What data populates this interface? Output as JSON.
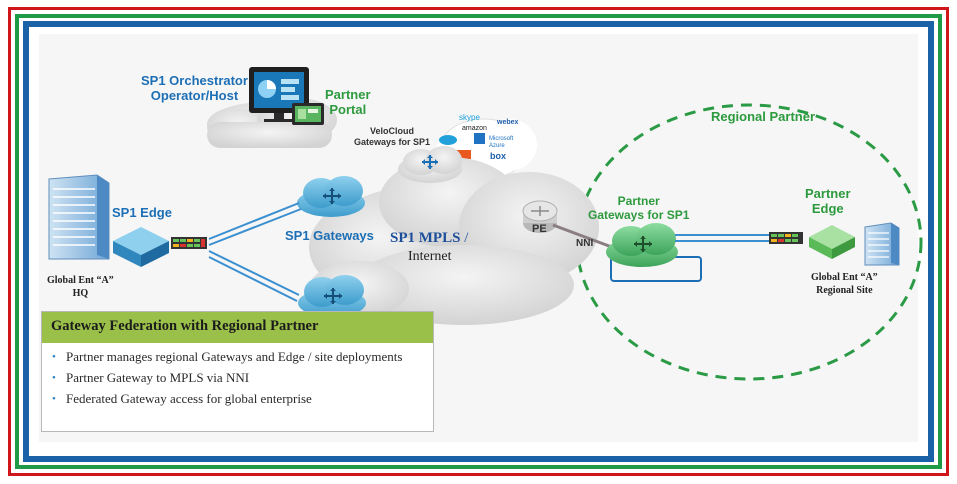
{
  "labels": {
    "orchestrator_line1": "SP1 Orchestrator",
    "orchestrator_line2": "Operator/Host",
    "partner_portal_line1": "Partner",
    "partner_portal_line2": "Portal",
    "velocloud_line1": "VeloCloud",
    "velocloud_line2": "Gateways for SP1",
    "regional_partner": "Regional Partner",
    "sp1_edge": "SP1 Edge",
    "sp1_gateways": "SP1 Gateways",
    "sp1_mpls": "SP1 MPLS",
    "sp1_mpls_slash": " /",
    "internet": "Internet",
    "pe": "PE",
    "nni": "NNI",
    "partner_gw_line1": "Partner",
    "partner_gw_line2": "Gateways for SP1",
    "partner_edge_line1": "Partner",
    "partner_edge_line2": "Edge",
    "hq_line1": "Global Ent “A”",
    "hq_line2": "HQ",
    "regional_site_line1": "Global Ent “A”",
    "regional_site_line2": "Regional Site"
  },
  "saas_logos": [
    "skype",
    "webex",
    "amazon",
    "salesforce",
    "Microsoft Azure",
    "Office 365",
    "box"
  ],
  "info_box": {
    "title": "Gateway Federation with Regional Partner",
    "bullets": [
      "Partner manages regional Gateways and Edge / site deployments",
      "Partner Gateway to MPLS via NNI",
      "Federated Gateway access for global enterprise"
    ]
  },
  "icons": [
    "router-arrows-icon",
    "monitor-dashboard-icon",
    "tablet-icon",
    "office-building-icon",
    "edge-device-icon",
    "pe-router-icon"
  ],
  "colors": {
    "frame_red": "#d0161b",
    "frame_green": "#1f9a46",
    "frame_blue": "#1a61a8",
    "label_blue": "#1d6fb5",
    "label_green": "#2d9a3e",
    "gateway_cloud_blue": "#5fb7dc",
    "partner_cloud_green": "#5fc07a",
    "header_green": "#9ac04a"
  }
}
